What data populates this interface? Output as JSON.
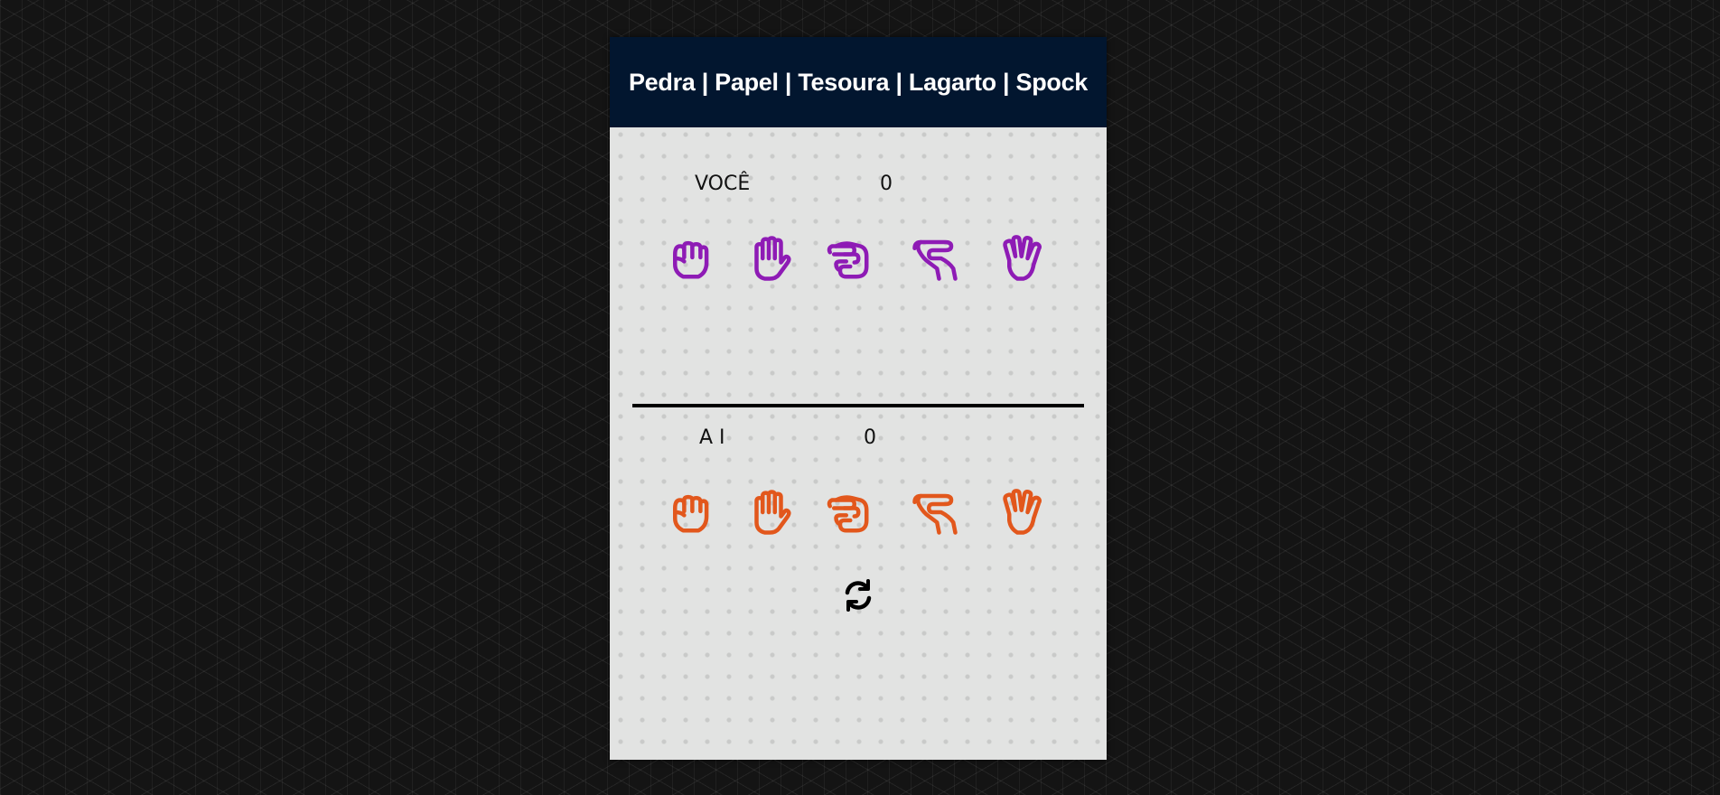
{
  "header": {
    "title": "Pedra | Papel | Tesoura | Lagarto | Spock"
  },
  "player": {
    "label": "VOCÊ",
    "score": "0",
    "color": "#8e1bb5",
    "choices": [
      "rock-icon",
      "paper-icon",
      "scissors-icon",
      "lizard-icon",
      "spock-icon"
    ]
  },
  "ai": {
    "label": "A I",
    "score": "0",
    "color": "#e2571c",
    "choices": [
      "rock-icon",
      "paper-icon",
      "scissors-icon",
      "lizard-icon",
      "spock-icon"
    ]
  },
  "controls": {
    "reset_icon": "refresh-icon"
  }
}
